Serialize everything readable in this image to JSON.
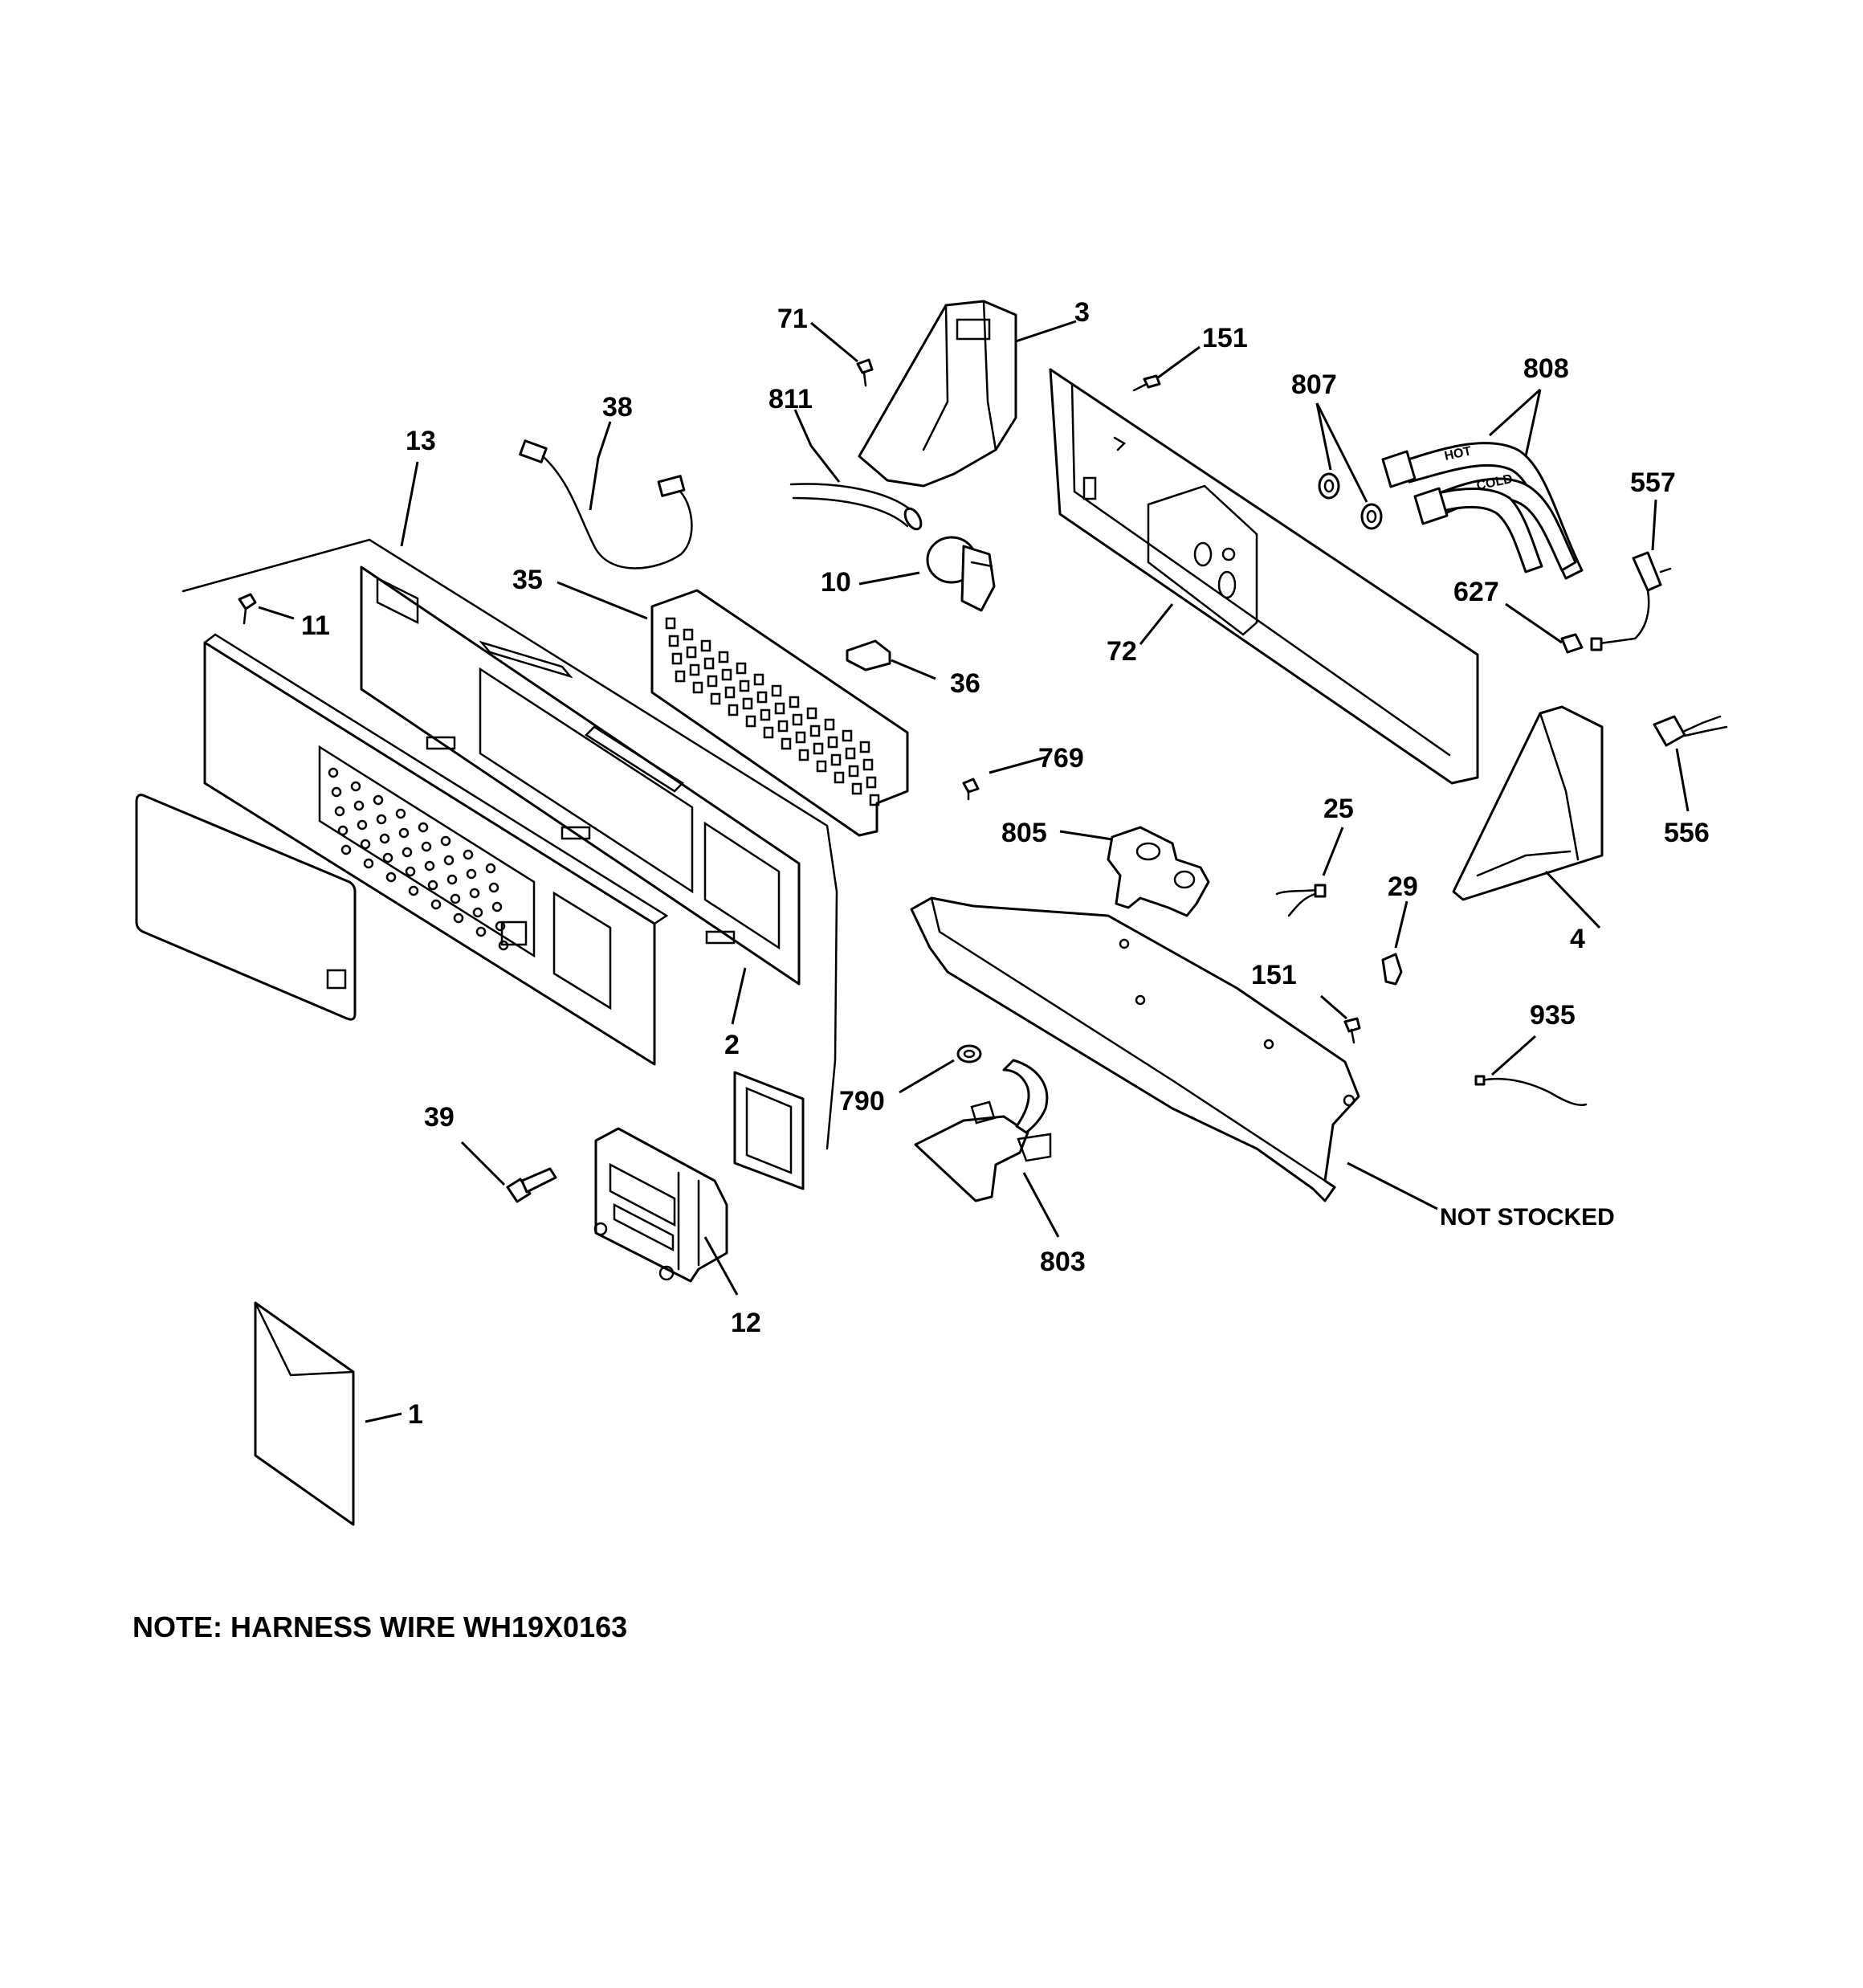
{
  "callouts": [
    {
      "id": "c1",
      "label": "1"
    },
    {
      "id": "c2",
      "label": "2"
    },
    {
      "id": "c3",
      "label": "3"
    },
    {
      "id": "c4",
      "label": "4"
    },
    {
      "id": "c10",
      "label": "10"
    },
    {
      "id": "c11",
      "label": "11"
    },
    {
      "id": "c12",
      "label": "12"
    },
    {
      "id": "c13",
      "label": "13"
    },
    {
      "id": "c25",
      "label": "25"
    },
    {
      "id": "c29",
      "label": "29"
    },
    {
      "id": "c35",
      "label": "35"
    },
    {
      "id": "c36",
      "label": "36"
    },
    {
      "id": "c38",
      "label": "38"
    },
    {
      "id": "c39",
      "label": "39"
    },
    {
      "id": "c71",
      "label": "71"
    },
    {
      "id": "c72",
      "label": "72"
    },
    {
      "id": "c151a",
      "label": "151"
    },
    {
      "id": "c151b",
      "label": "151"
    },
    {
      "id": "c556",
      "label": "556"
    },
    {
      "id": "c557",
      "label": "557"
    },
    {
      "id": "c627",
      "label": "627"
    },
    {
      "id": "c769",
      "label": "769"
    },
    {
      "id": "c790",
      "label": "790"
    },
    {
      "id": "c803",
      "label": "803"
    },
    {
      "id": "c805",
      "label": "805"
    },
    {
      "id": "c807",
      "label": "807"
    },
    {
      "id": "c808",
      "label": "808"
    },
    {
      "id": "c811",
      "label": "811"
    },
    {
      "id": "c935",
      "label": "935"
    }
  ],
  "not_stocked_label": "NOT STOCKED",
  "hose_labels": {
    "hot": "HOT",
    "cold": "COLD"
  },
  "note": "NOTE: HARNESS WIRE WH19X0163"
}
